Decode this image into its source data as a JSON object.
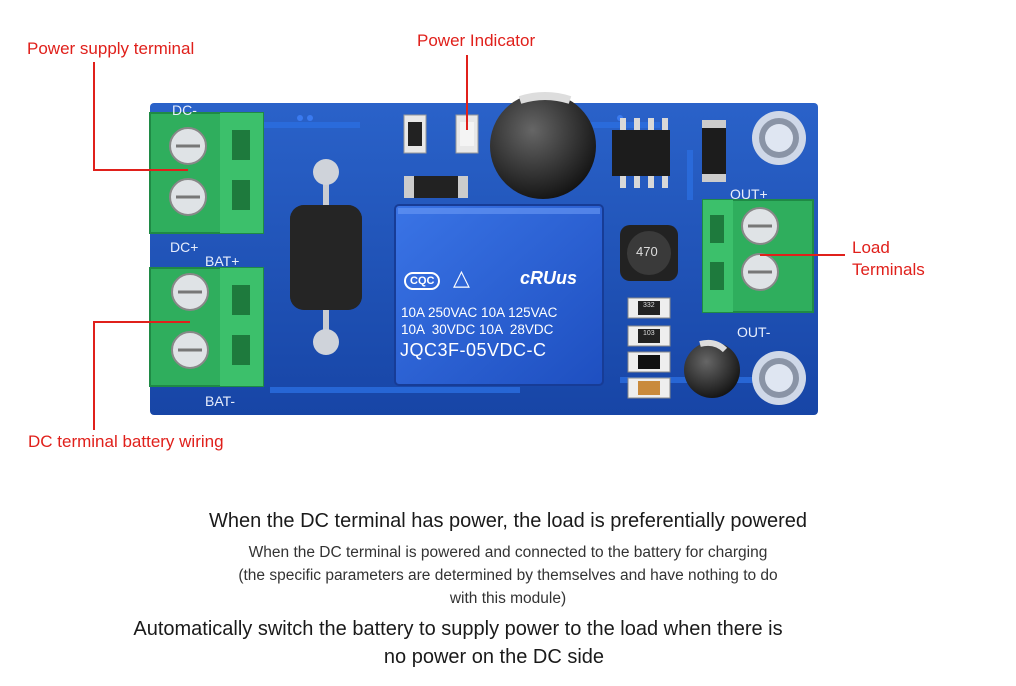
{
  "callouts": {
    "power_supply": "Power supply terminal",
    "power_indicator": "Power Indicator",
    "load_line1": "Load",
    "load_line2": "Terminals",
    "battery_wiring": "DC terminal battery wiring"
  },
  "board": {
    "silk_dc_minus": "DC-",
    "silk_dc_plus": "DC+",
    "silk_bat_plus": "BAT+",
    "silk_bat_minus": "BAT-",
    "silk_out_plus": "OUT+",
    "silk_out_minus": "OUT-",
    "inductor_code": "470",
    "relay_logo_cqc": "CQC",
    "relay_logo_ul": "cRUus",
    "relay_line1": "10A 250VAC 10A 125VAC",
    "relay_line2": "10A  30VDC 10A  28VDC",
    "relay_model": "JQC3F-05VDC-C",
    "smd_1": "332",
    "smd_2": "103"
  },
  "captions": {
    "main": "When the DC terminal has power, the load is preferentially powered",
    "sub_line1": "When the DC terminal is powered and connected to the battery for charging",
    "sub_line2": "(the specific parameters are determined by themselves and have nothing to do",
    "sub_line3": "with this module)",
    "bottom_line1": "Automatically switch the battery to supply power to the load when there is",
    "bottom_line2": "no power on the DC side"
  },
  "colors": {
    "callout_red": "#e0201b",
    "pcb_blue": "#1b4fb8",
    "terminal_green": "#2fae5d",
    "relay_blue": "#2a5fd6"
  }
}
